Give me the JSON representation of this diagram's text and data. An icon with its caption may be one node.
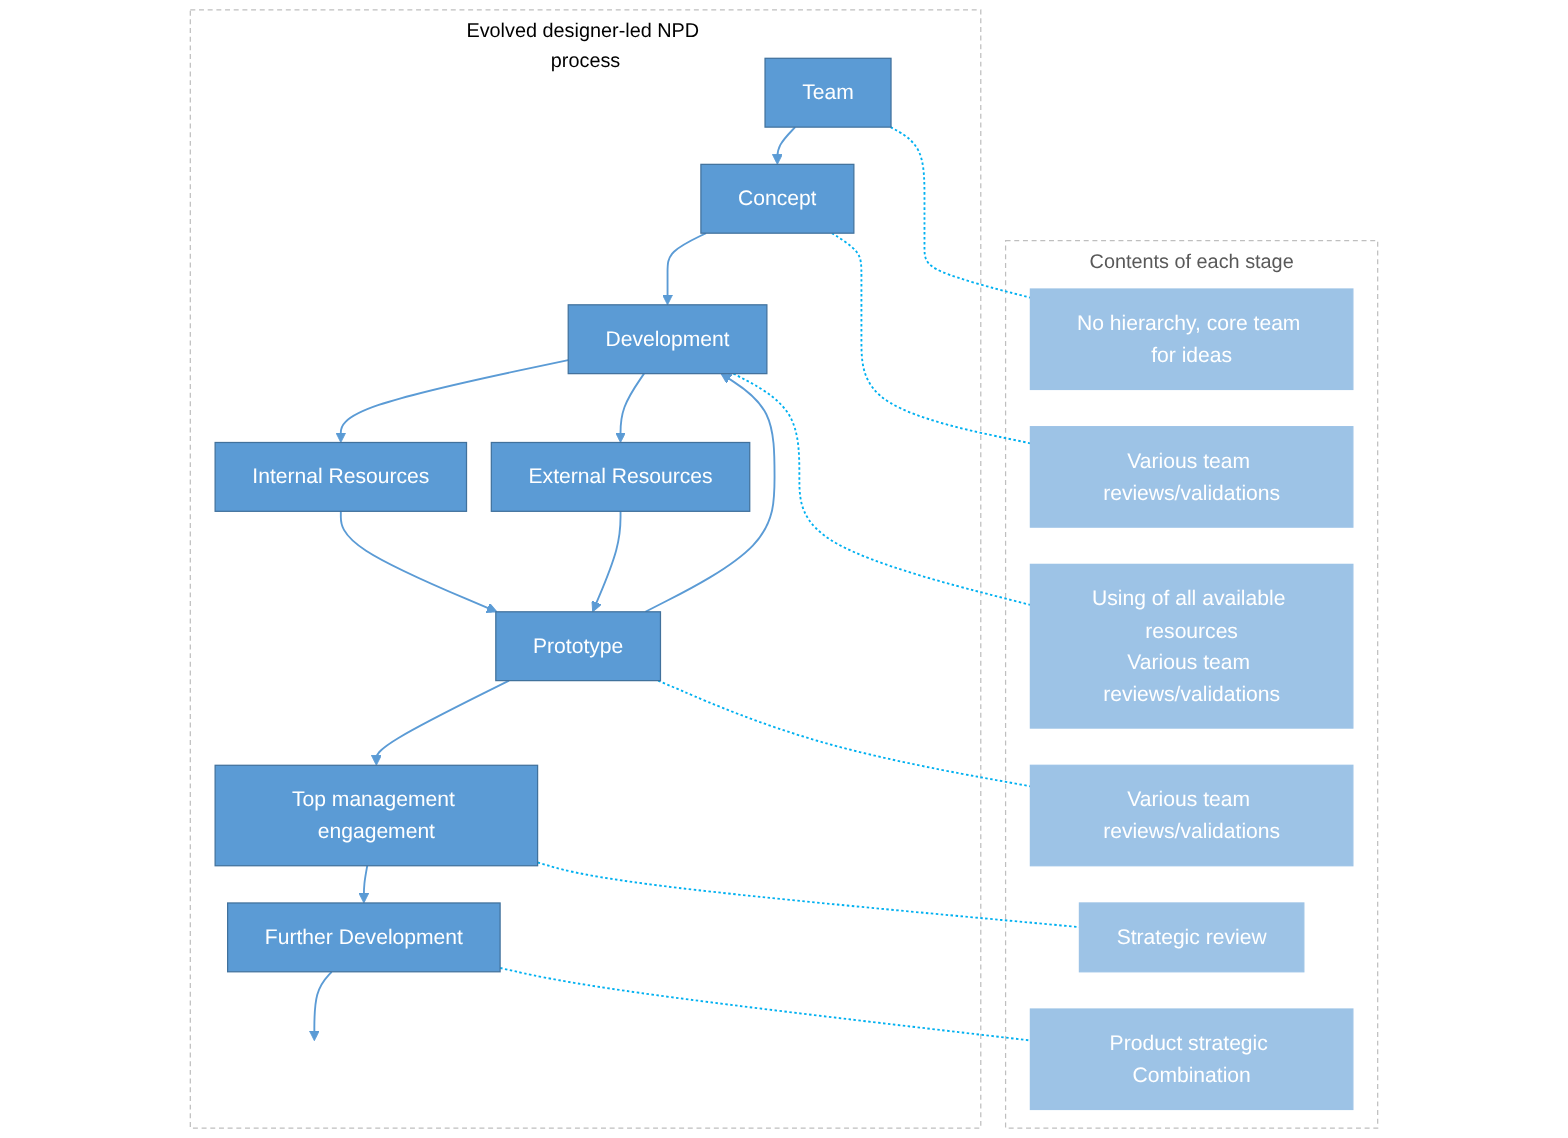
{
  "diagram": {
    "nodes": [
      {
        "text": [
          "Evolved designer-led NPD process"
        ]
      },
      {
        "text": [
          "Team"
        ],
        "in": 0
      },
      {
        "text": [
          "Concept"
        ],
        "in": 0
      },
      {
        "text": [
          "Development"
        ],
        "in": 0
      },
      {
        "text": [
          "Internal Resources"
        ],
        "in": 0
      },
      {
        "text": [
          "External Resources"
        ],
        "in": 0
      },
      {
        "text": [
          "Prototype"
        ],
        "in": 0
      },
      {
        "text": [
          "Top management engagement"
        ],
        "in": 0
      },
      {
        "text": [
          "Further Development"
        ],
        "in": 0
      },
      {
        "text": [
          "Contents of each stage"
        ]
      },
      {
        "text": [
          "No hierarchy, core team for ideas"
        ],
        "in": 9
      },
      {
        "text": [
          "Various team reviews/validations"
        ],
        "in": 9
      },
      {
        "text": [
          "Using of all available resources",
          "Various team reviews/validations"
        ],
        "in": 9
      },
      {
        "text": [
          "Various team reviews/validations"
        ],
        "in": 9
      },
      {
        "text": [
          "Strategic review"
        ],
        "in": 9
      },
      {
        "text": [
          "Product strategic Combination"
        ],
        "in": 9
      }
    ],
    "edges": [
      {
        "from": 1,
        "to": 2,
        "arrow": "to"
      },
      {
        "from": 2,
        "to": 3,
        "arrow": "to"
      },
      {
        "from": 3,
        "to": 4,
        "arrow": "to"
      },
      {
        "from": 3,
        "to": 5,
        "arrow": "to"
      },
      {
        "from": 4,
        "to": 6,
        "arrow": "to"
      },
      {
        "from": 5,
        "to": 6,
        "arrow": "to"
      },
      {
        "from": 6,
        "to": 3,
        "arrow": "to"
      },
      {
        "from": 6,
        "to": 7,
        "arrow": "to"
      },
      {
        "from": 7,
        "to": 8,
        "arrow": "to"
      },
      {
        "from": 8,
        "to": null,
        "arrow": "to"
      },
      {
        "from": 1,
        "to": 10,
        "arrow": "none",
        "style": "dashed",
        "color": "#00b0f0"
      },
      {
        "from": 2,
        "to": 11,
        "arrow": "none",
        "style": "dashed",
        "color": "#00b0f0"
      },
      {
        "from": 3,
        "to": 12,
        "arrow": "none",
        "style": "dashed",
        "color": "#00b0f0"
      },
      {
        "from": 6,
        "to": 13,
        "arrow": "none",
        "style": "dashed",
        "color": "#00b0f0"
      },
      {
        "from": 7,
        "to": 14,
        "arrow": "none",
        "style": "dashed",
        "color": "#00b0f0"
      },
      {
        "from": 8,
        "to": 15,
        "arrow": "none",
        "style": "dashed",
        "color": "#00b0f0"
      }
    ]
  }
}
